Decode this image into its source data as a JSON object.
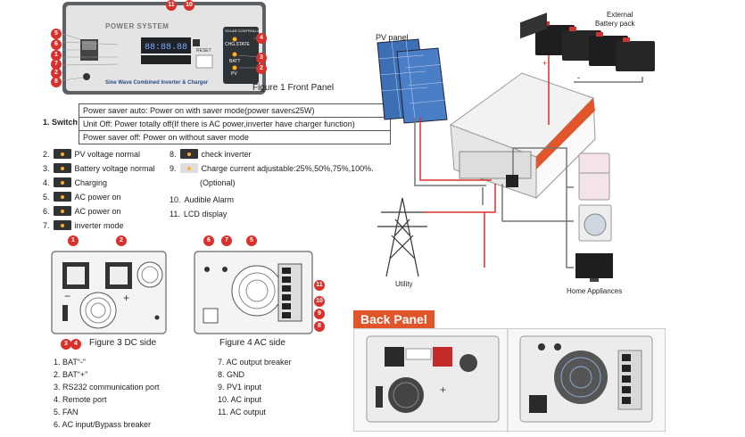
{
  "front_panel": {
    "brand": "POWER SYSTEM",
    "footer": "Sine Wave Combined Inverter & Charger",
    "display_tag": "SOLAR CONTROLLER",
    "chg_state": "CHG.STATE",
    "batt": "BATT",
    "pv": "PV",
    "reset": "RESET",
    "caption": "Figure 1 Front Panel",
    "callouts_left": [
      "5",
      "6",
      "1",
      "7",
      "2",
      "8"
    ],
    "callouts_top": [
      "11",
      "10"
    ],
    "callouts_right": [
      "4",
      "3",
      "2"
    ]
  },
  "switch_table": {
    "label": "1. Switch",
    "rows": [
      "Power saver auto: Power on with saver mode(power saver≤25W)",
      "Unit Off: Power totally off(If there is AC power,inverter have charger function)",
      "Power saver off: Power on without saver mode"
    ]
  },
  "legend_left": [
    {
      "num": "2.",
      "text": "PV voltage normal"
    },
    {
      "num": "3.",
      "text": "Battery voltage normal"
    },
    {
      "num": "4.",
      "text": "Charging"
    },
    {
      "num": "5.",
      "text": "AC power on"
    },
    {
      "num": "6.",
      "text": "AC power on"
    },
    {
      "num": "7.",
      "text": "inverter mode"
    }
  ],
  "legend_right": [
    {
      "num": "8.",
      "text": "check inverter"
    },
    {
      "num": "9.",
      "text": "Charge current adjustable:25%,50%,75%,100%."
    },
    {
      "num": "",
      "text": "(Optional)"
    },
    {
      "num": "10.",
      "text": "Audible Alarm"
    },
    {
      "num": "11.",
      "text": "LCD display"
    }
  ],
  "dc_side": {
    "caption": "Figure 3 DC side",
    "callouts": [
      "1",
      "2",
      "3",
      "4"
    ]
  },
  "ac_side": {
    "caption": "Figure 4 AC side",
    "callouts": [
      "6",
      "7",
      "5",
      "11",
      "10",
      "9",
      "8"
    ]
  },
  "dc_list": [
    "1. BAT“-”",
    "2. BAT“+”",
    "3. RS232 communication port",
    "4. Remote port",
    "5. FAN",
    "6. AC input/Bypass breaker"
  ],
  "ac_list": [
    "7. AC output breaker",
    "8. GND",
    "9. PV1 input",
    "10. AC input",
    "11. AC output"
  ],
  "system": {
    "pv_panel": "PV panel",
    "battery_line1": "External",
    "battery_line2": "Battery pack",
    "plus": "+",
    "minus": "-",
    "utility": "Utility",
    "appliances": "Home Appliances"
  },
  "back_panel": {
    "title": "Back Panel"
  },
  "colors": {
    "accent": "#e2552a",
    "callout": "#d9302c",
    "panel_dark": "#2e3338",
    "wire_red": "#d9302c",
    "wire_gray": "#777777"
  }
}
